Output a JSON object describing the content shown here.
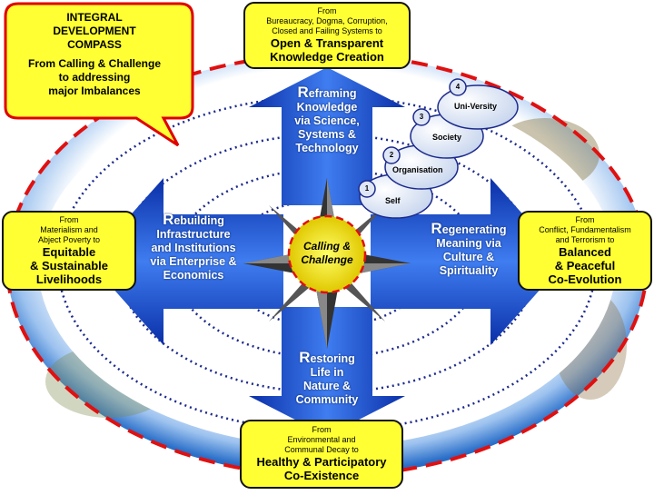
{
  "callout": {
    "title_line1": "INTEGRAL",
    "title_line2": "DEVELOPMENT",
    "title_line3": "COMPASS",
    "subtitle_line1": "From Calling & Challenge",
    "subtitle_line2": "to addressing",
    "subtitle_line3": "major Imbalances"
  },
  "top_box": {
    "from_line1": "From",
    "from_line2": "Bureaucracy, Dogma, Corruption,",
    "from_line3": "Closed and Failing Systems to",
    "target_line1": "Open & Transparent",
    "target_line2": "Knowledge Creation"
  },
  "left_box": {
    "from_line1": "From",
    "from_line2": "Materialism and",
    "from_line3": "Abject Poverty to",
    "target_line1": "Equitable",
    "target_line2": "& Sustainable",
    "target_line3": "Livelihoods"
  },
  "right_box": {
    "from_line1": "From",
    "from_line2": "Conflict, Fundamentalism",
    "from_line3": "and Terrorism to",
    "target_line1": "Balanced",
    "target_line2": "& Peaceful",
    "target_line3": "Co-Evolution"
  },
  "bottom_box": {
    "from_line1": "From",
    "from_line2": "Environmental and",
    "from_line3": "Communal Decay to",
    "target_line1": "Healthy & Participatory",
    "target_line2": "Co-Existence"
  },
  "arms": {
    "north": {
      "cap": "R",
      "line1": "eframing",
      "line2": "Knowledge",
      "line3": "via Science,",
      "line4": "Systems &",
      "line5": "Technology"
    },
    "west": {
      "cap": "R",
      "line1": "ebuilding",
      "line2": "Infrastructure",
      "line3": "and Institutions",
      "line4": "via Enterprise &",
      "line5": "Economics"
    },
    "east": {
      "cap": "R",
      "line1": "egenerating",
      "line2": "Meaning via",
      "line3": "Culture &",
      "line4": "Spirituality"
    },
    "south": {
      "cap": "R",
      "line1": "estoring",
      "line2": "Life in",
      "line3": "Nature &",
      "line4": "Community"
    }
  },
  "center": {
    "line1": "Calling &",
    "line2": "Challenge"
  },
  "levels": [
    {
      "num": "1",
      "label": "Self"
    },
    {
      "num": "2",
      "label": "Organisation"
    },
    {
      "num": "3",
      "label": "Society"
    },
    {
      "num": "4",
      "label": "Uni-Versity"
    }
  ],
  "colors": {
    "box_fill": "#ffff33",
    "callout_border": "#e00000",
    "arrow_blue": "#1a4fd6",
    "dashed_red": "#e01010",
    "dotted_navy": "#1c2a8c",
    "earth_ocean": "#2a6fc9"
  }
}
